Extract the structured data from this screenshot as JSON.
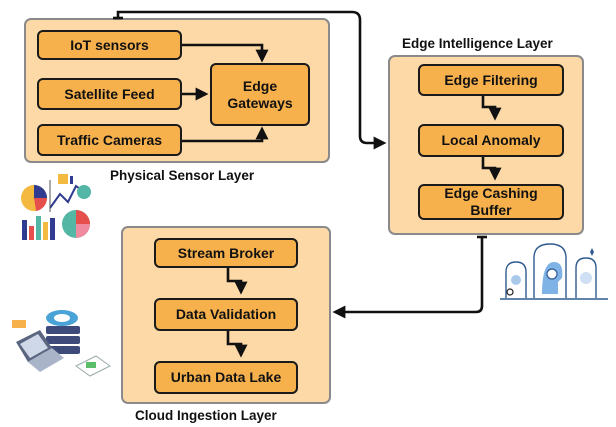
{
  "layers": {
    "physical": {
      "title": "Physical Sensor Layer",
      "nodes": {
        "iot": "IoT sensors",
        "satellite": "Satellite Feed",
        "traffic": "Traffic Cameras",
        "gateways": "Edge Gateways"
      }
    },
    "edge": {
      "title": "Edge Intelligence Layer",
      "nodes": {
        "filtering": "Edge Filtering",
        "anomaly": "Local Anomaly",
        "cache": "Edge Cashing Buffer"
      }
    },
    "cloud": {
      "title": "Cloud Ingestion Layer",
      "nodes": {
        "broker": "Stream Broker",
        "validation": "Data Validation",
        "lake": "Urban Data Lake"
      }
    }
  },
  "colors": {
    "layer_fill": "#fcd9a7",
    "layer_border": "#8a8a8a",
    "node_fill": "#f6b14d",
    "node_border": "#1a1a1a",
    "arrow": "#111111"
  },
  "illustrations": {
    "charts": "data-charts-illustration",
    "ai": "ai-head-illustration",
    "server": "server-laptop-illustration"
  }
}
